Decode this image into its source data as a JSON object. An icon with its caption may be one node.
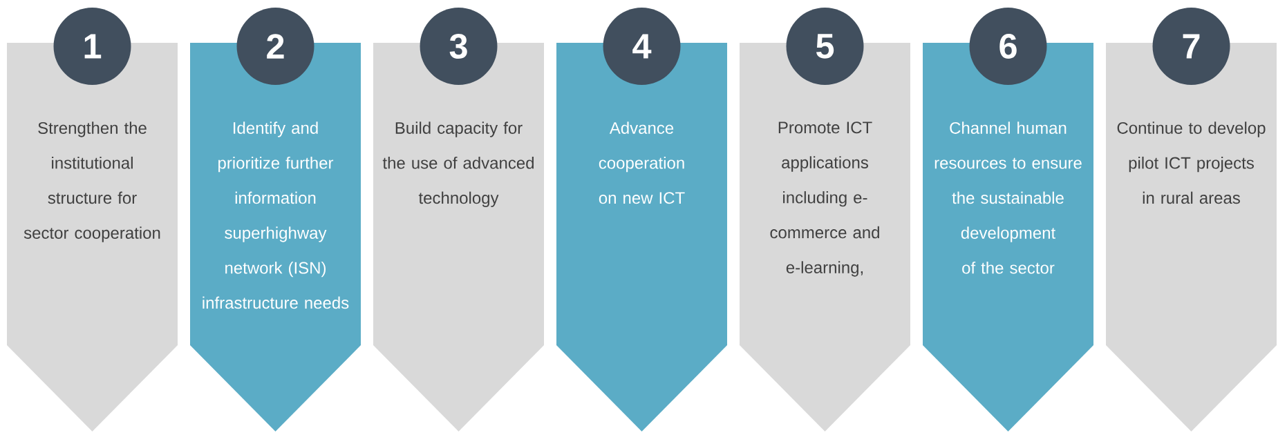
{
  "diagram": {
    "nodes": [
      {
        "text": [
          "1"
        ]
      },
      {
        "text": [
          "Strengthen the institutional structure for sector cooperation"
        ]
      },
      {
        "text": [
          "2"
        ]
      },
      {
        "text": [
          "Identify and prioritize further information superhighway network (ISN) infrastructure needs"
        ]
      },
      {
        "text": [
          "3"
        ]
      },
      {
        "text": [
          "Build capacity for the use of advanced technology"
        ]
      },
      {
        "text": [
          "4"
        ]
      },
      {
        "text": [
          "Advance cooperation on new ICT"
        ]
      },
      {
        "text": [
          "5"
        ]
      },
      {
        "text": [
          "Promote ICT applications including e-commerce and e-learning,"
        ]
      },
      {
        "text": [
          "6"
        ]
      },
      {
        "text": [
          "Channel human resources to ensure the sustainable development of the sector"
        ]
      },
      {
        "text": [
          "7"
        ]
      },
      {
        "text": [
          "Continue to develop pilot ICT projects in rural areas"
        ]
      }
    ]
  }
}
